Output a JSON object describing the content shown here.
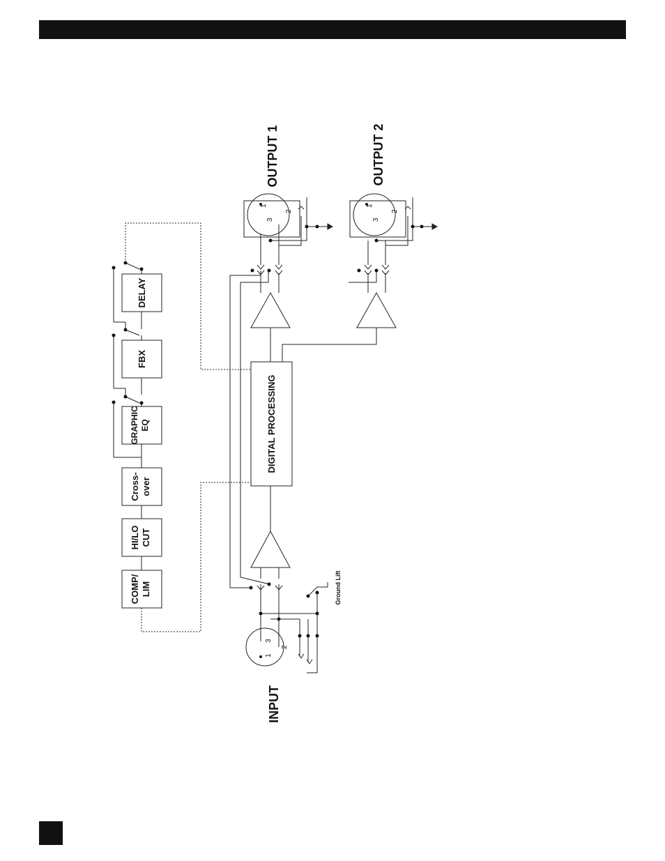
{
  "labels": {
    "output1": "OUTPUT 1",
    "output2": "OUTPUT 2",
    "input": "INPUT",
    "ground_lift": "Ground Lift",
    "digital_processing": "DIGITAL PROCESSING"
  },
  "blocks": [
    {
      "id": "comp-lim",
      "lines": [
        "COMP/",
        "LIM"
      ]
    },
    {
      "id": "hilo-cut",
      "lines": [
        "HI/LO",
        "CUT"
      ]
    },
    {
      "id": "crossover",
      "lines": [
        "Cross-",
        "over"
      ]
    },
    {
      "id": "graphic-eq",
      "lines": [
        "GRAPHIC",
        "EQ"
      ]
    },
    {
      "id": "fbx",
      "lines": [
        "FBX"
      ]
    },
    {
      "id": "delay",
      "lines": [
        "DELAY"
      ]
    }
  ],
  "pins": {
    "input": [
      "1",
      "2",
      "3"
    ],
    "output1": [
      "1",
      "2",
      "3"
    ],
    "output2": [
      "1",
      "2",
      "3"
    ]
  }
}
